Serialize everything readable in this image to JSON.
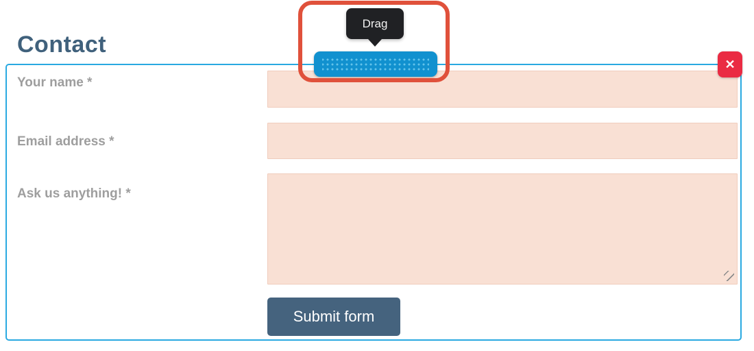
{
  "colors": {
    "outline_blue": "#29a9e1",
    "handle_blue": "#1191cf",
    "handle_dots": "#63c3ea",
    "tooltip_bg": "#202124",
    "tooltip_text": "#f1f1f1",
    "annotation_red": "#e0513b",
    "close_red": "#ea2b43",
    "input_bg": "#f9e0d4",
    "input_border": "#f0ccbc",
    "heading_color": "#40617c",
    "label_gray": "#9e9e9e",
    "button_bg": "#45637e",
    "button_text": "#ffffff"
  },
  "page": {
    "heading": "Contact"
  },
  "annotation": {
    "tooltip_label": "Drag"
  },
  "icons": {
    "close": "✕",
    "drag_handle": "dotted-grip",
    "resize": "diagonal-lines"
  },
  "form": {
    "fields": [
      {
        "label": "Your name *",
        "type": "text",
        "value": ""
      },
      {
        "label": "Email address *",
        "type": "text",
        "value": ""
      },
      {
        "label": "Ask us anything! *",
        "type": "textarea",
        "value": ""
      }
    ],
    "submit_label": "Submit form"
  }
}
